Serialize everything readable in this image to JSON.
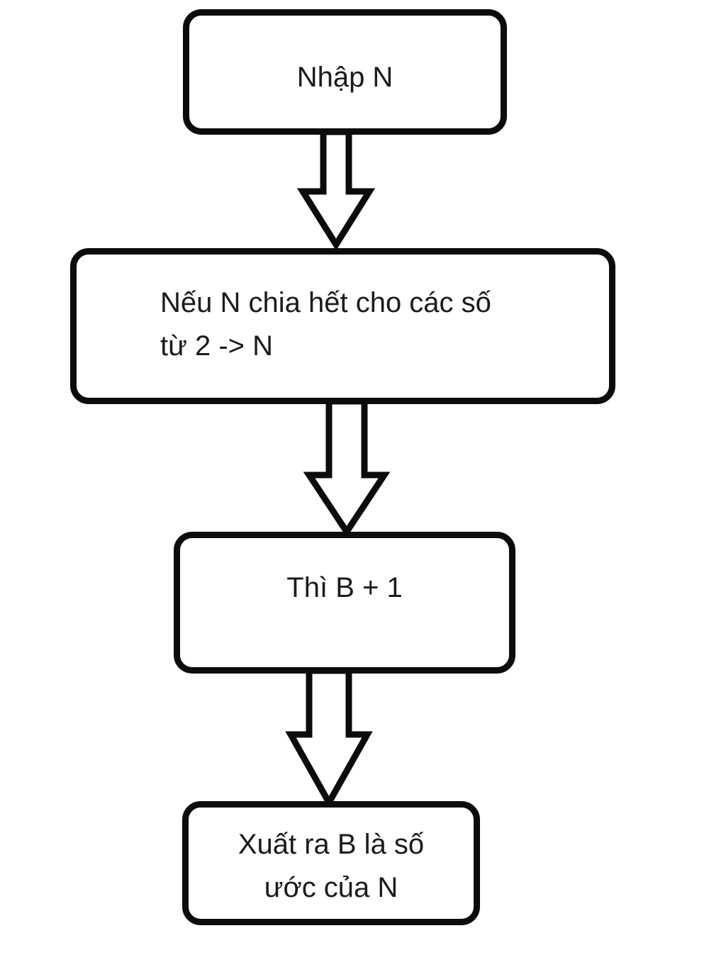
{
  "diagram": {
    "title": "Luu do thuat toan dem uoc cua N",
    "language": "vi",
    "background_color": "#ffffff",
    "stroke_color": "#0c0c0c",
    "text_color": "#1b1b1b",
    "nodes": [
      {
        "id": "input",
        "shape": "rounded-rectangle",
        "text": "Nhập N",
        "align": "center"
      },
      {
        "id": "condition",
        "shape": "rounded-rectangle",
        "text": "Nếu N chia hết cho các số\ntừ 2 -> N",
        "align": "left"
      },
      {
        "id": "increment",
        "shape": "rounded-rectangle",
        "text": "Thì B + 1",
        "align": "center"
      },
      {
        "id": "output",
        "shape": "rounded-rectangle",
        "text": "Xuất ra B là số\nước của N",
        "align": "center"
      }
    ],
    "connectors": [
      {
        "id": "arrow-1",
        "from": "input",
        "to": "condition",
        "kind": "block-arrow-down"
      },
      {
        "id": "arrow-2",
        "from": "condition",
        "to": "increment",
        "kind": "block-arrow-down"
      },
      {
        "id": "arrow-3",
        "from": "increment",
        "to": "output",
        "kind": "block-arrow-down"
      }
    ]
  },
  "chart_data": {
    "type": "diagram",
    "title": "Nhập N -> Nếu N chia hết cho các số từ 2 -> N -> Thì B + 1 -> Xuất ra B là số ước của N",
    "steps": [
      "Nhập N",
      "Nếu N chia hết cho các số từ 2 -> N",
      "Thì B + 1",
      "Xuất ra B là số ước của N"
    ]
  }
}
